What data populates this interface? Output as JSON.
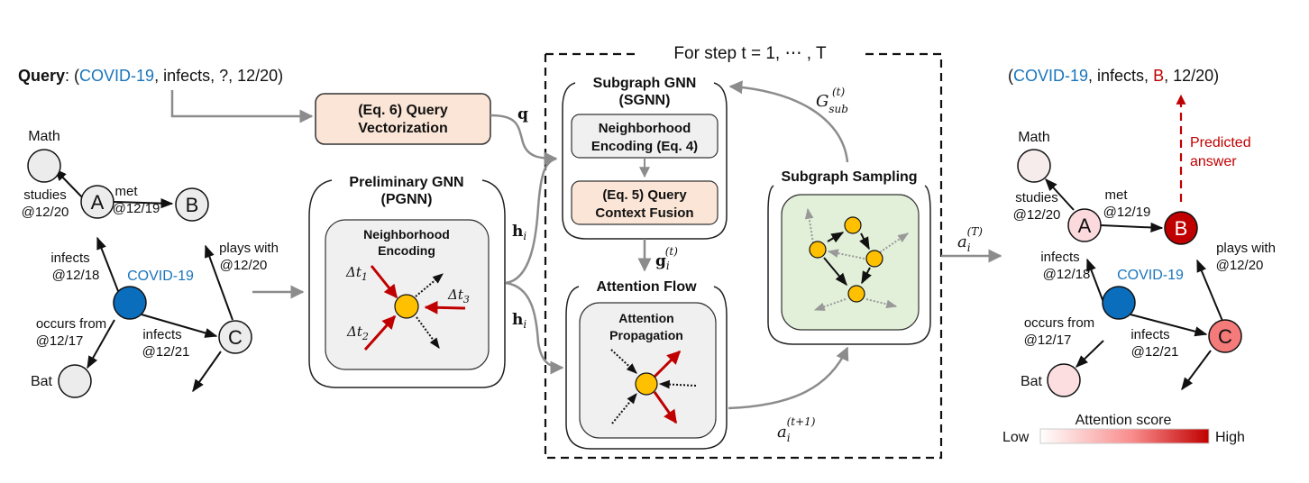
{
  "query": {
    "label": "Query",
    "colon": ": (",
    "entity": "COVID-19",
    "rest": ", infects, ?, 12/20)"
  },
  "answer": {
    "open": "(",
    "entity": "COVID-19",
    "mid": ", infects, ",
    "predicted": "B",
    "close": ", 12/20)",
    "predicted_label_line1": "Predicted",
    "predicted_label_line2": "answer"
  },
  "graph": {
    "nodes": {
      "math": "Math",
      "a": "A",
      "b": "B",
      "c": "C",
      "covid": "COVID-19",
      "bat": "Bat"
    },
    "edges": {
      "studies": [
        "studies",
        "@12/20"
      ],
      "met": [
        "met",
        "@12/19"
      ],
      "infects_a": [
        "infects",
        "@12/18"
      ],
      "plays_with": [
        "plays with",
        "@12/20"
      ],
      "occurs_from": [
        "occurs from",
        "@12/17"
      ],
      "infects_c": [
        "infects",
        "@12/21"
      ]
    }
  },
  "modules": {
    "query_vectorization": [
      "(Eq. 6) Query",
      "Vectorization"
    ],
    "pgnn_title": [
      "Preliminary GNN",
      "(PGNN)"
    ],
    "pgnn_inner": [
      "Neighborhood",
      "Encoding"
    ],
    "sgnn_title": [
      "Subgraph GNN",
      "(SGNN)"
    ],
    "sgnn_encoding": [
      "Neighborhood",
      "Encoding (Eq. 4)"
    ],
    "sgnn_fusion": [
      "(Eq. 5) Query",
      "Context Fusion"
    ],
    "attention_flow_title": "Attention Flow",
    "attention_propagation": [
      "Attention",
      "Propagation"
    ],
    "subgraph_sampling_title": "Subgraph Sampling",
    "loop_title": "For step t = 1, ⋯ , T"
  },
  "math_labels": {
    "q": "q",
    "h": "h",
    "i": "i",
    "g": "g",
    "t_sup": "(t)",
    "G": "G",
    "sub": "sub",
    "a": "a",
    "t1_sup": "(t+1)",
    "T_sup": "(T)",
    "dt1": "Δt",
    "dt1_sub": "1",
    "dt2_sub": "2",
    "dt3_sub": "3"
  },
  "legend": {
    "title": "Attention score",
    "low": "Low",
    "high": "High",
    "gradient_start": "#ffffff",
    "gradient_mid": "#f98b8b",
    "gradient_end": "#c00000"
  },
  "colors": {
    "covid_node": "#0a6ebd",
    "entity_text": "#1a75bc",
    "neutral_node": "#ececec",
    "orange_box": "#fbe5d6",
    "gray_box": "#f0f0f0",
    "green_box": "#e2f0d9",
    "yellow_node": "#ffc000",
    "red_arrow": "#c00000",
    "attention": {
      "math": "#f6ecec",
      "a": "#fcd9dc",
      "b": "#c00000",
      "c": "#f57a7a",
      "bat": "#fcdde0"
    }
  }
}
